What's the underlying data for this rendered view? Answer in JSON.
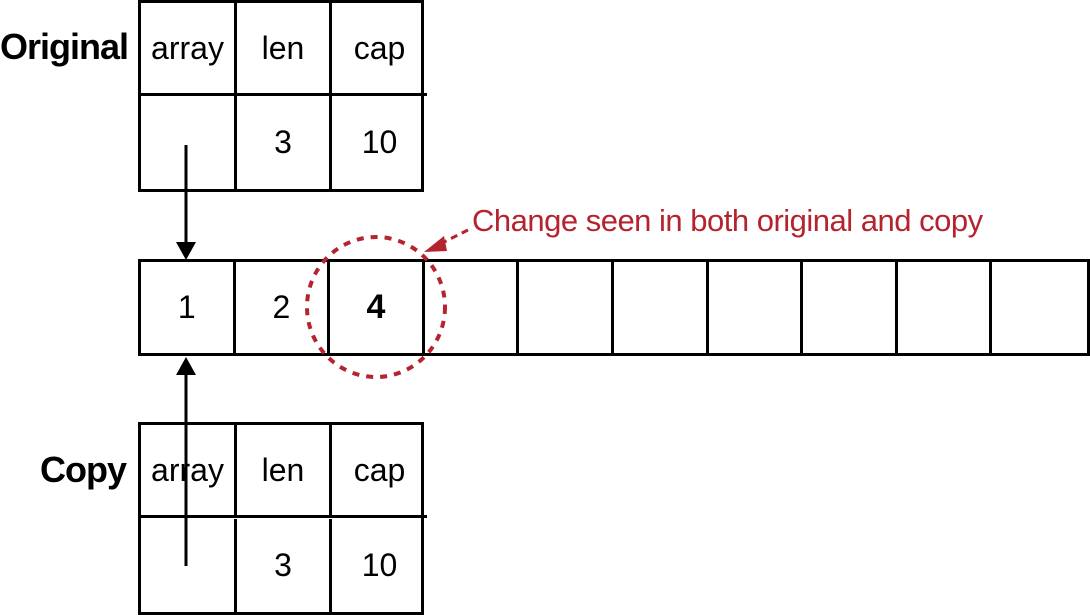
{
  "original": {
    "label": "Original",
    "headers": [
      "array",
      "len",
      "cap"
    ],
    "values": [
      "",
      "3",
      "10"
    ]
  },
  "copy": {
    "label": "Copy",
    "headers": [
      "array",
      "len",
      "cap"
    ],
    "values": [
      "",
      "3",
      "10"
    ]
  },
  "backing_array": [
    "1",
    "2",
    "4",
    "",
    "",
    "",
    "",
    "",
    "",
    ""
  ],
  "annotation": {
    "text": "Change seen in both original and copy",
    "color": "#b5232f"
  }
}
